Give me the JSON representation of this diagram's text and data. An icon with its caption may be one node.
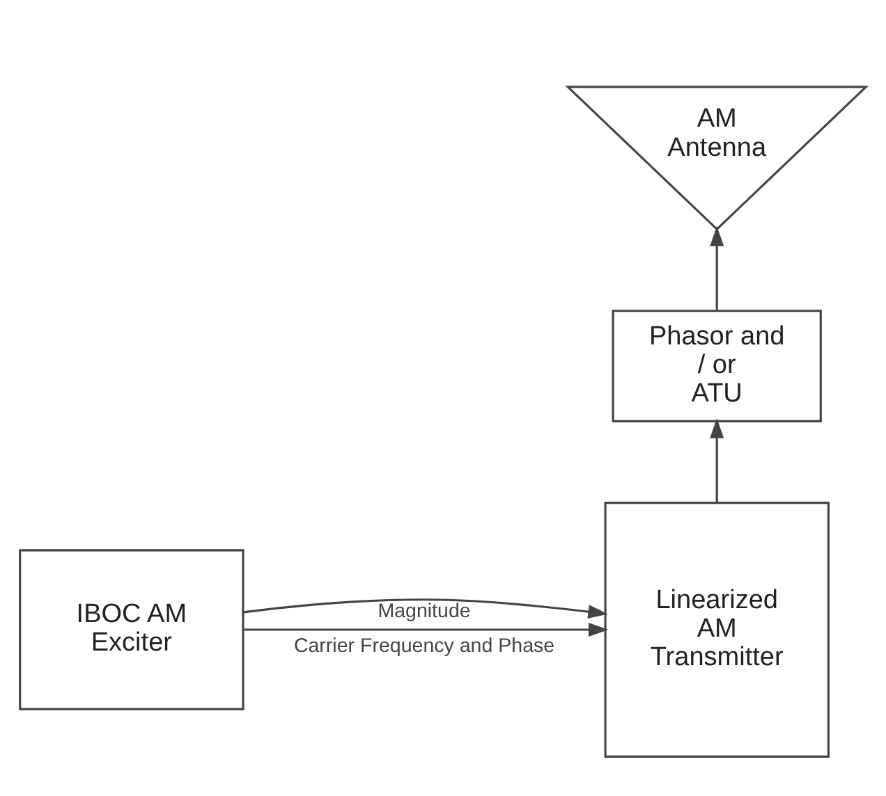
{
  "diagram": {
    "nodes": [
      {
        "text": [
          "AM Antenna"
        ]
      },
      {
        "text": [
          "Phasor and / or ATU"
        ]
      },
      {
        "text": [
          "IBOC AM Exciter"
        ]
      },
      {
        "text": [
          "Linearized AM Transmitter"
        ]
      }
    ],
    "edges": [
      {
        "from": 3,
        "to": 1,
        "arrow": "to"
      },
      {
        "from": 1,
        "to": 0,
        "arrow": "to"
      },
      {
        "from": 2,
        "to": 3,
        "arrow": "to",
        "label": "Carrier Frequency and Phase"
      },
      {
        "from": 2,
        "to": 3,
        "arrow": "to",
        "label": "Magnitude"
      }
    ]
  }
}
